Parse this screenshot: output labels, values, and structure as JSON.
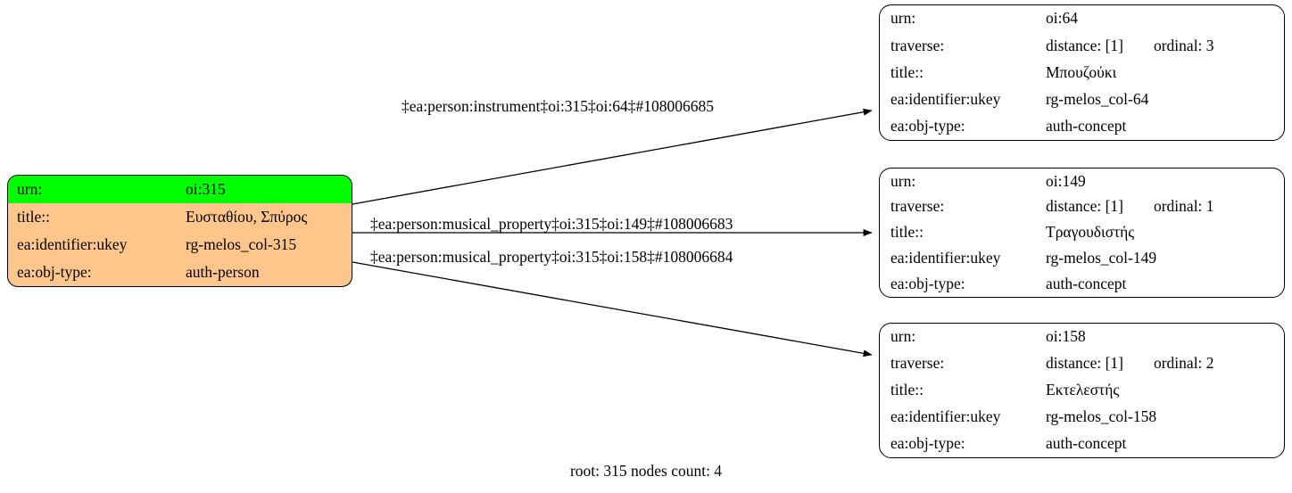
{
  "graph": {
    "caption": "root: 315 nodes count: 4",
    "colors": {
      "root_fill": "#ffc68c",
      "highlight_fill": "#00ff00",
      "node_fill": "#ffffff",
      "border": "#000000",
      "edge": "#000000",
      "background": "#ffffff"
    },
    "root_node": {
      "id": "oi:315",
      "type": "auth-person",
      "rows": [
        {
          "key": "urn:",
          "value": "oi:315",
          "highlighted": true
        },
        {
          "key": "title::",
          "value": "Ευσταθίου, Σπύρος",
          "highlighted": false
        },
        {
          "key": "ea:identifier:ukey",
          "value": "rg-melos_col-315",
          "highlighted": false
        },
        {
          "key": "ea:obj-type:",
          "value": "auth-person",
          "highlighted": false
        }
      ]
    },
    "target_nodes": [
      {
        "id": "oi:64",
        "rows": [
          {
            "key": "urn:",
            "value": "oi:64"
          },
          {
            "key": "traverse:",
            "distance": "distance: [1]",
            "ordinal": "ordinal: 3"
          },
          {
            "key": "title::",
            "value": "Μπουζούκι"
          },
          {
            "key": "ea:identifier:ukey",
            "value": "rg-melos_col-64"
          },
          {
            "key": "ea:obj-type:",
            "value": "auth-concept"
          }
        ]
      },
      {
        "id": "oi:149",
        "rows": [
          {
            "key": "urn:",
            "value": "oi:149"
          },
          {
            "key": "traverse:",
            "distance": "distance: [1]",
            "ordinal": "ordinal: 1"
          },
          {
            "key": "title::",
            "value": "Τραγουδιστής"
          },
          {
            "key": "ea:identifier:ukey",
            "value": "rg-melos_col-149"
          },
          {
            "key": "ea:obj-type:",
            "value": "auth-concept"
          }
        ]
      },
      {
        "id": "oi:158",
        "rows": [
          {
            "key": "urn:",
            "value": "oi:158"
          },
          {
            "key": "traverse:",
            "distance": "distance: [1]",
            "ordinal": "ordinal: 2"
          },
          {
            "key": "title::",
            "value": "Εκτελεστής"
          },
          {
            "key": "ea:identifier:ukey",
            "value": "rg-melos_col-158"
          },
          {
            "key": "ea:obj-type:",
            "value": "auth-concept"
          }
        ]
      }
    ],
    "edges": [
      {
        "label": "‡ea:person:instrument‡oi:315‡oi:64‡#108006685",
        "from": "oi:315",
        "to": "oi:64"
      },
      {
        "label": "‡ea:person:musical_property‡oi:315‡oi:149‡#108006683",
        "from": "oi:315",
        "to": "oi:149"
      },
      {
        "label": "‡ea:person:musical_property‡oi:315‡oi:158‡#108006684",
        "from": "oi:315",
        "to": "oi:158"
      }
    ]
  }
}
